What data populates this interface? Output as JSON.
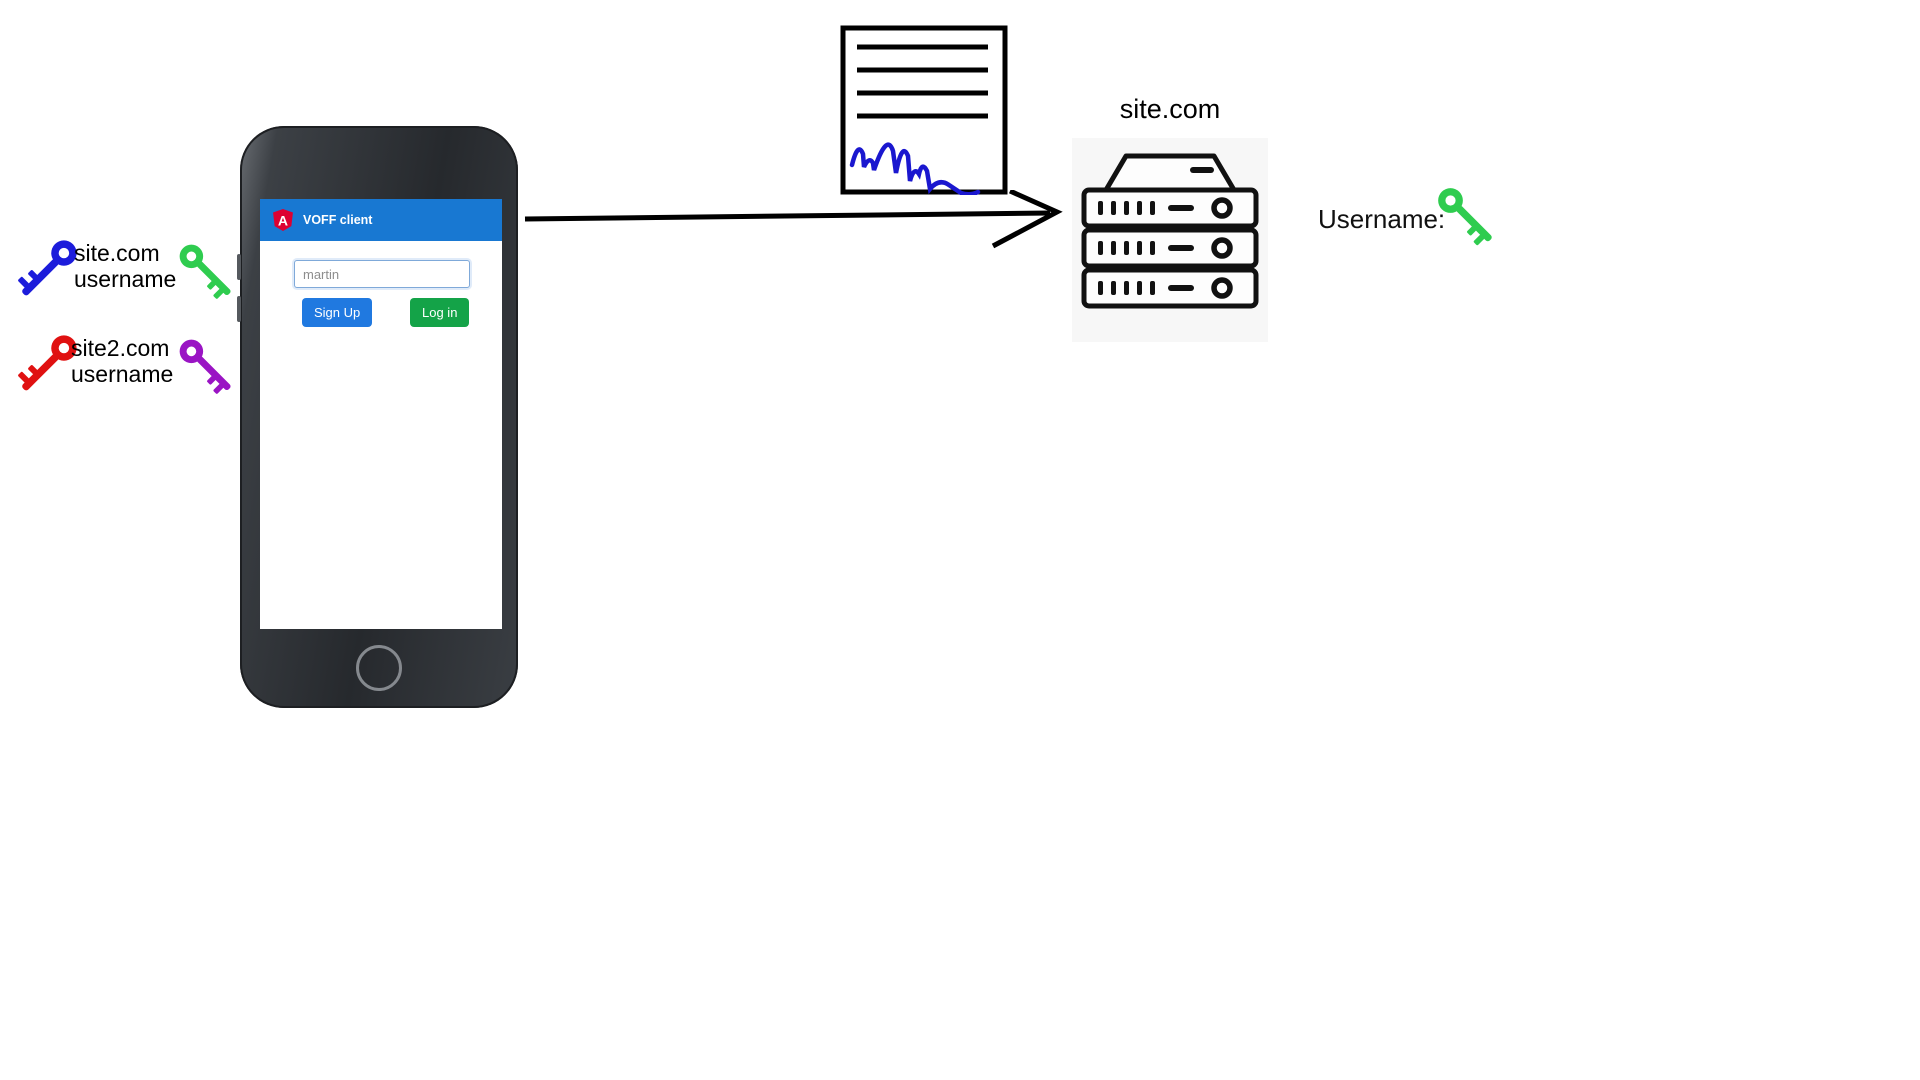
{
  "left_credentials": [
    {
      "site": "site.com",
      "user": "username"
    },
    {
      "site": "site2.com",
      "user": "username"
    }
  ],
  "phone_app": {
    "title": "VOFF client",
    "logo_letter": "A",
    "username_value": "martin",
    "signup_label": "Sign Up",
    "login_label": "Log in"
  },
  "server": {
    "title": "site.com"
  },
  "annotation": {
    "username_caption": "Username:"
  },
  "colors": {
    "blue_key": "#1c1cdb",
    "green_key": "#2fcc4f",
    "red_key": "#e01111",
    "purple_key": "#9a14c4",
    "app_header": "#1878d2",
    "signup_bg": "#2079e0",
    "login_bg": "#14a348",
    "signature": "#1a17cf",
    "angular_red": "#dd0031"
  }
}
